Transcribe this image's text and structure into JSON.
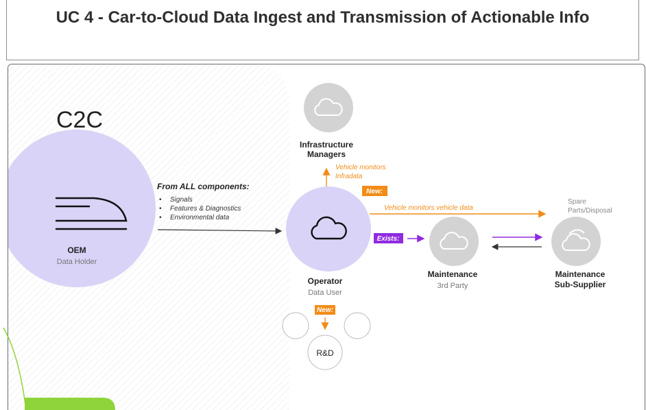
{
  "title": "UC 4 - Car-to-Cloud Data Ingest and Transmission of Actionable Info",
  "diagram": {
    "badge": "C2C",
    "oem": {
      "name": "OEM",
      "role": "Data Holder"
    },
    "from_all": {
      "heading": "From ALL components:",
      "items": [
        "Signals",
        "Features & Diagnostics",
        "Environmental data"
      ]
    },
    "operator": {
      "name": "Operator",
      "role": "Data User"
    },
    "infra": {
      "line1": "Infrastructure",
      "line2": "Managers"
    },
    "infra_flow": {
      "line1": "Vehicle monitors",
      "line2": "Infradata"
    },
    "new_tag": "New:",
    "exists_tag": "Exists:",
    "vehicle_flow": "Vehicle monitors vehicle data",
    "maintenance": {
      "name": "Maintenance",
      "role": "3rd Party"
    },
    "sub_supplier": {
      "line1": "Maintenance",
      "line2": "Sub-Supplier"
    },
    "spare": {
      "line1": "Spare",
      "line2": "Parts/Disposal"
    },
    "rnd": "R&D"
  },
  "colors": {
    "lavender": "#d9d3f7",
    "orange": "#f28c18",
    "purple": "#8f2be0",
    "gray_node": "#d3d3d3",
    "accent_green": "#8fd43a"
  }
}
